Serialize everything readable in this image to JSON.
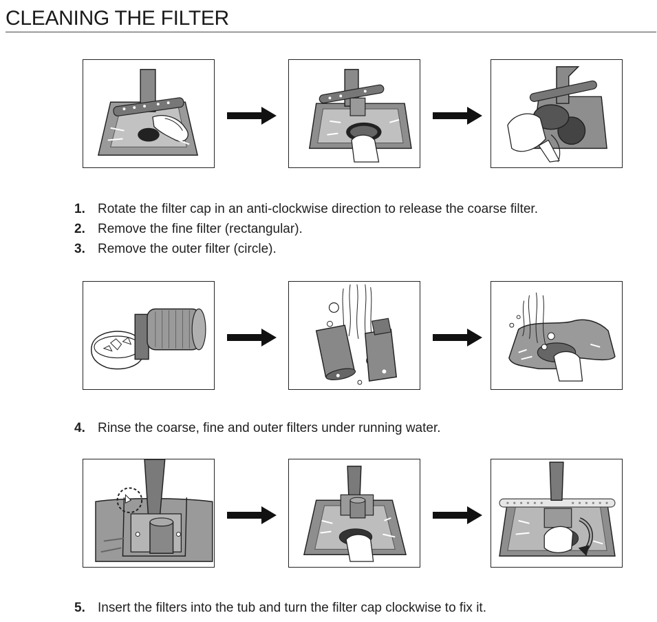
{
  "page": {
    "title": "CLEANING THE FILTER"
  },
  "steps_group_1": [
    {
      "number": "1.",
      "text": "Rotate the filter cap in an anti-clockwise direction to release the coarse filter."
    },
    {
      "number": "2.",
      "text": "Remove the fine filter (rectangular)."
    },
    {
      "number": "3.",
      "text": "Remove the outer filter (circle)."
    }
  ],
  "steps_group_2": [
    {
      "number": "4.",
      "text": "Rinse the coarse, fine and outer filters under running water."
    }
  ],
  "steps_group_3": [
    {
      "number": "5.",
      "text": "Insert the filters into the tub and turn the filter cap clockwise to fix it."
    }
  ],
  "colors": {
    "ink": "#1a1a1a",
    "tub_gray": "#8e8e8e",
    "tub_light": "#bdbdbd",
    "panel_border": "#222222"
  },
  "icons": [
    "right-arrow-icon",
    "filter-removal-illustration",
    "filter-rinse-illustration",
    "filter-insert-illustration"
  ]
}
